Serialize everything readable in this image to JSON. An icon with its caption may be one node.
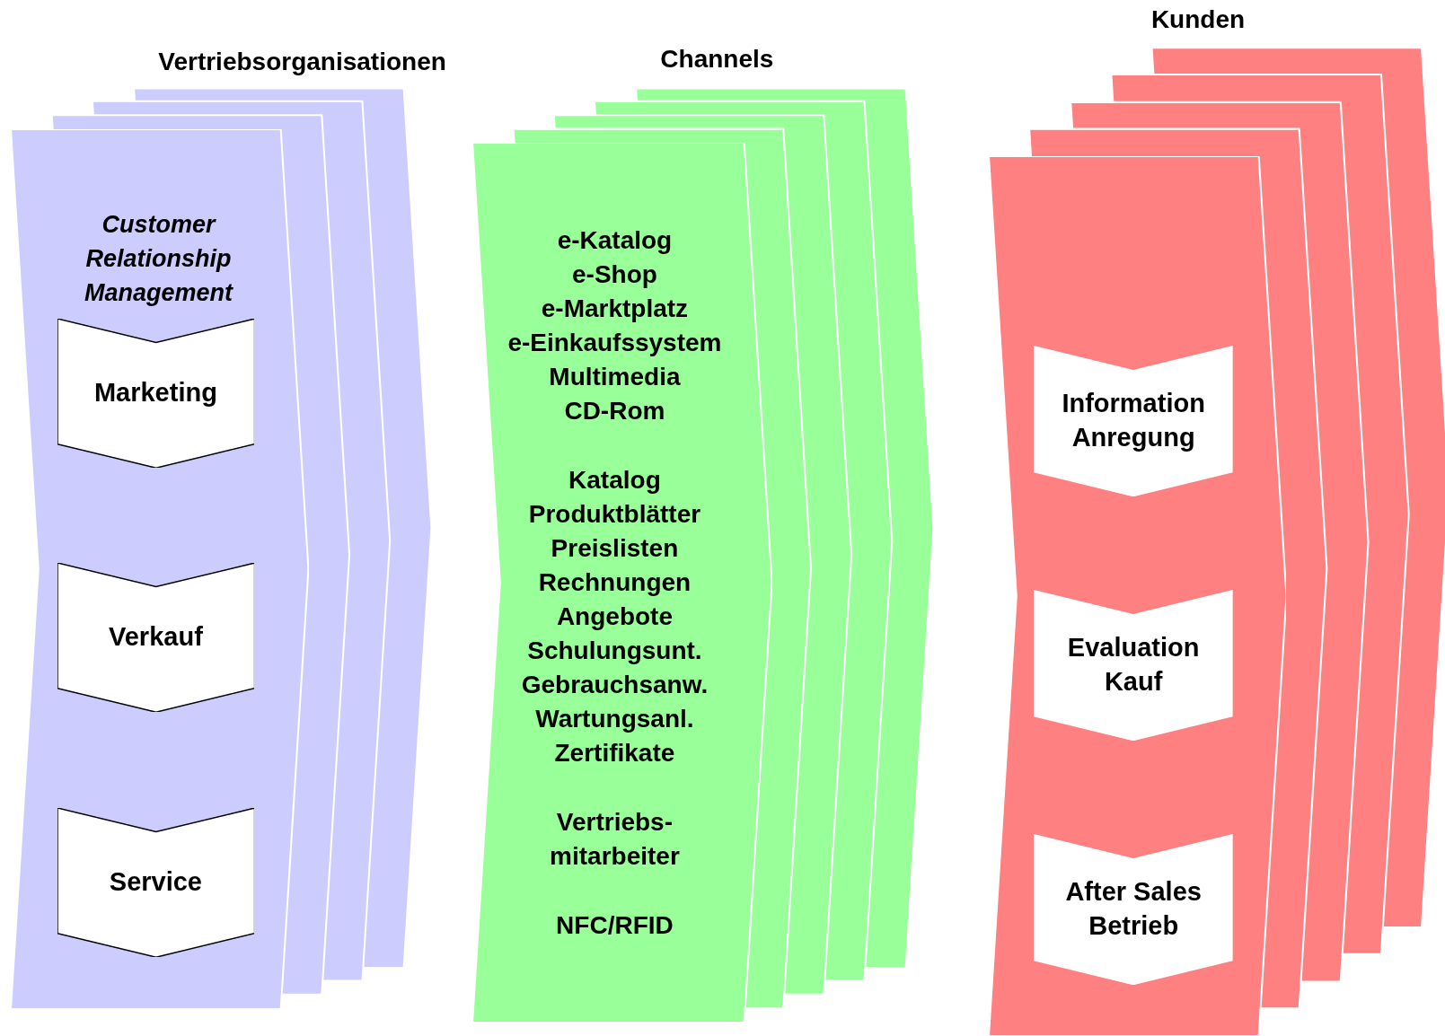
{
  "diagram": {
    "nodes": [
      {
        "text": [
          "Customer Relationship Management"
        ]
      },
      {
        "text": [
          "Marketing"
        ],
        "in": 0
      },
      {
        "text": [
          "Verkauf"
        ],
        "in": 0
      },
      {
        "text": [
          "Service"
        ],
        "in": 0
      },
      {
        "text": [
          "e-Katalog",
          "e-Shop",
          "e-Marktplatz",
          "e-Einkaufssystem",
          "Multimedia",
          "CD-Rom",
          "Katalog",
          "Produktblätter",
          "Preislisten",
          "Rechnungen",
          "Angebote",
          "Schulungsunt.",
          "Gebrauchsanw.",
          "Wartungsanl.",
          "Zertifikate",
          "Vertriebs- mitarbeiter",
          "NFC/RFID"
        ]
      },
      {
        "text": [],
        "shape": "box"
      },
      {
        "text": [
          "Information Anregung"
        ],
        "in": 5
      },
      {
        "text": [
          "Evaluation Kauf"
        ],
        "in": 5
      },
      {
        "text": [
          "After Sales Betrieb"
        ],
        "in": 5
      }
    ],
    "labels": [
      "Kunden",
      "Vertriebsorganisationen",
      "Channels"
    ]
  }
}
